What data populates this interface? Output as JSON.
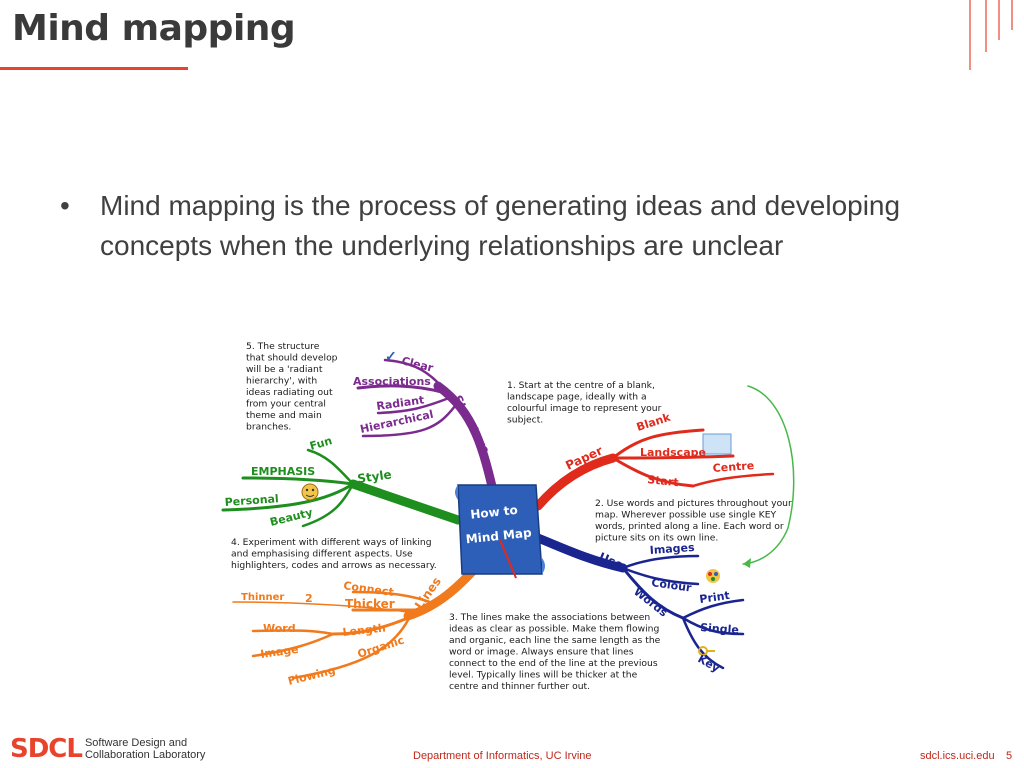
{
  "slide": {
    "title": "Mind mapping",
    "bullets": [
      {
        "text": "Mind mapping is the process of generating ideas and developing concepts when the underlying relationships are unclear"
      }
    ],
    "bullet_symbol": "•"
  },
  "colors": {
    "accent": "#e8442d",
    "footer_text": "#c0281c",
    "purple_branch": "#7b2a8e",
    "red_branch": "#e02a1c",
    "green_branch": "#1e8e1e",
    "navy_branch": "#1a2590",
    "orange_branch": "#f07a1c",
    "center_blue": "#2e5fb8"
  },
  "mindmap": {
    "center": [
      "How to",
      "Mind Map"
    ],
    "notes": {
      "n5": [
        "5. The structure",
        "that should develop",
        "will be a 'radiant",
        "hierarchy', with",
        "ideas radiating out",
        "from your central",
        "theme and main",
        "branches."
      ],
      "n1": [
        "1. Start at the centre of a blank,",
        "landscape page, ideally with a",
        "colourful image to represent your",
        "subject."
      ],
      "n2": [
        "2. Use words and pictures throughout your",
        "map. Wherever possible use single KEY",
        "words, printed along a line. Each word or",
        "picture sits on its own line."
      ],
      "n4": [
        "4. Experiment with different ways of linking",
        "and emphasising different aspects. Use",
        "highlighters, codes and arrows as necessary."
      ],
      "n3": [
        "3. The lines make the associations between",
        "ideas as clear as possible. Make them flowing",
        "and organic, each line the same length as the",
        "word or image. Always ensure that lines",
        "connect to the end of the line at the previous",
        "level. Typically lines will be thicker at the",
        "centre and thinner further out."
      ]
    },
    "structure": {
      "main": "Structure",
      "subs": [
        "Clear",
        "Associations",
        "Radiant",
        "Hierarchical"
      ]
    },
    "paper": {
      "main": "Paper",
      "subs": [
        "Blank",
        "Landscape",
        "Start",
        "Centre"
      ]
    },
    "style": {
      "main": "Style",
      "subs": [
        "Fun",
        "EMPHASIS",
        "Personal",
        "Beauty"
      ]
    },
    "use": {
      "main": "Use",
      "subs": [
        "Images",
        "Colour",
        "Words",
        "Print",
        "Single",
        "Key"
      ]
    },
    "lines": {
      "main": "Lines",
      "subs": [
        "Connect",
        "Thinner",
        "2",
        "Thicker",
        "Word",
        "Length",
        "Image",
        "Organic",
        "Flowing"
      ]
    }
  },
  "footer": {
    "logo": "SDCL",
    "logo_line1": "Software Design and",
    "logo_line2": "Collaboration Laboratory",
    "dept": "Department of Informatics, UC Irvine",
    "url": "sdcl.ics.uci.edu",
    "page": "5"
  }
}
